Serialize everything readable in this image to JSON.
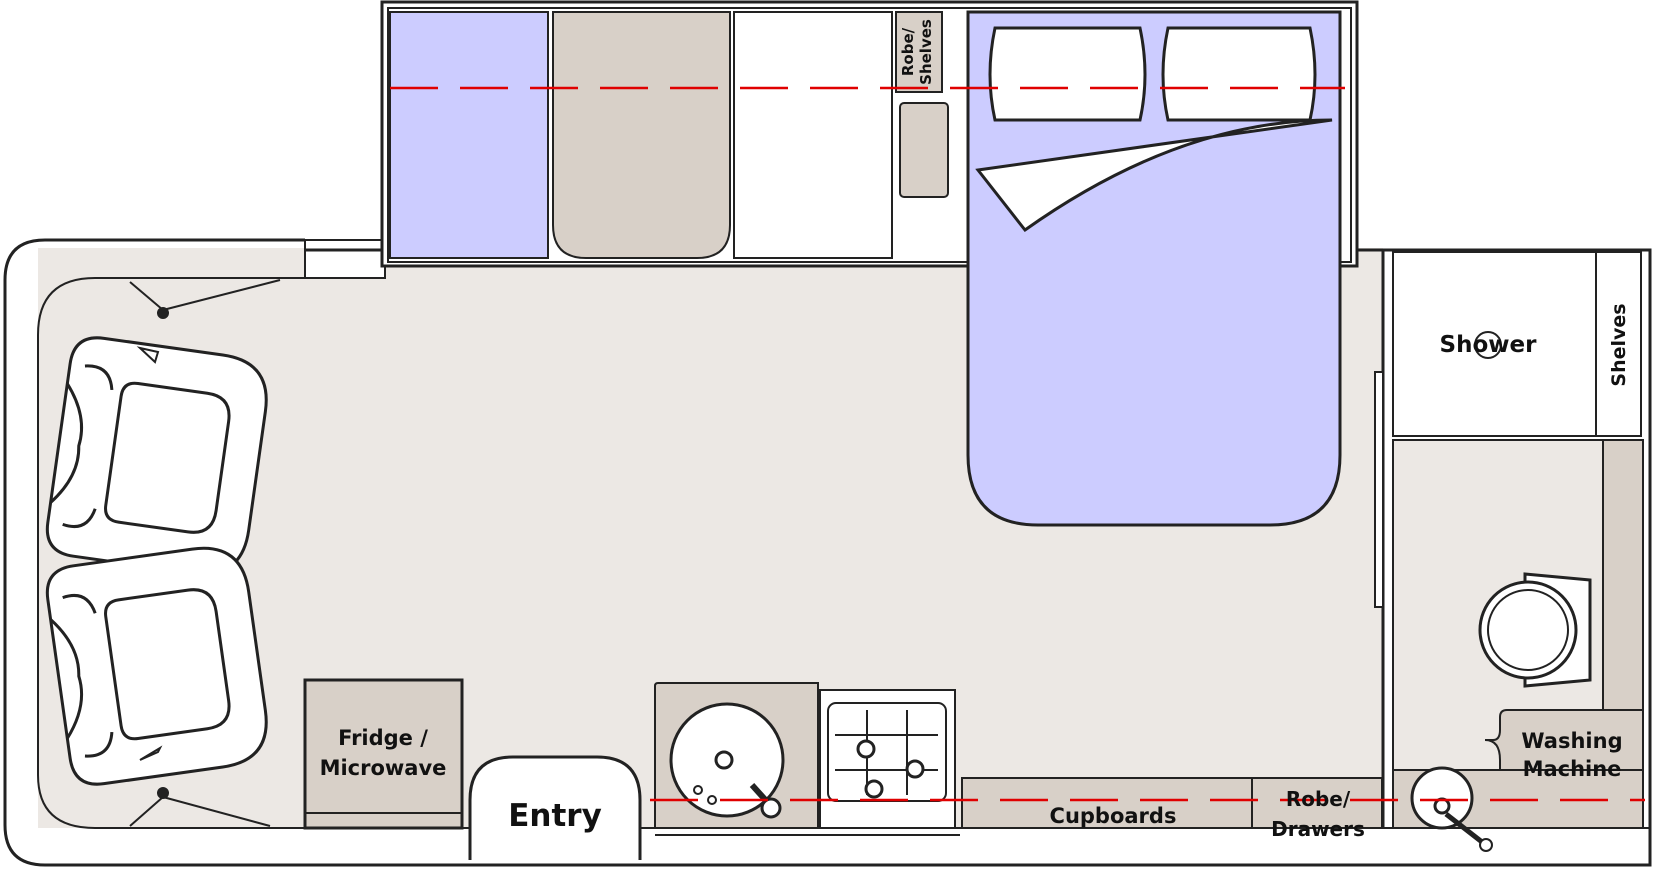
{
  "floorplan": {
    "labels": {
      "robe_shelves_top": [
        "Robe/",
        "Shelves"
      ],
      "shower": "Shower",
      "shelves": "Shelves",
      "fridge": [
        "Fridge /",
        "Microwave"
      ],
      "entry": "Entry",
      "cupboards": "Cupboards",
      "robe_drawers": [
        "Robe/",
        "Drawers"
      ],
      "washing_machine": [
        "Washing",
        "Machine"
      ]
    },
    "colors": {
      "floor": "#ece8e4",
      "bed": "#ccccff",
      "cabinet": "#d8d0c8",
      "outline": "#222222",
      "slideout_marker": "#e00000"
    }
  }
}
